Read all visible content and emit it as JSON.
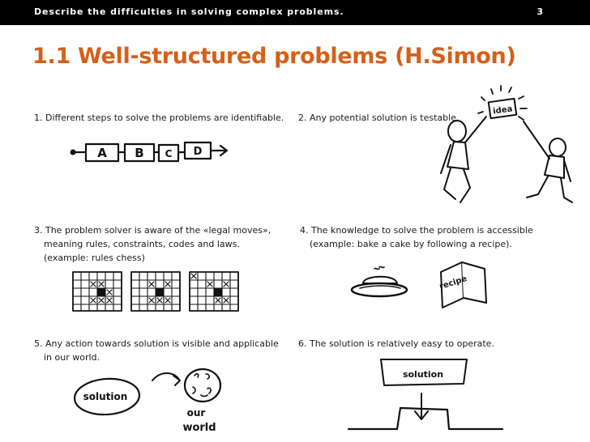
{
  "header": {
    "subtitle": "Describe the difficulties in solving complex problems.",
    "page_number": "3"
  },
  "title": "1.1 Well-structured problems (H.Simon)",
  "items": [
    {
      "lines": [
        "1. Different steps to solve the problems are identifiable."
      ]
    },
    {
      "lines": [
        "2. Any potential solution is testable."
      ]
    },
    {
      "lines": [
        "3. The problem solver is aware of the «legal moves»,",
        "meaning rules, constraints, codes and laws.",
        "(example: rules chess)"
      ]
    },
    {
      "lines": [
        "4. The knowledge to solve the problem is accessible",
        "(example: bake a cake by following a recipe)."
      ]
    },
    {
      "lines": [
        "5. Any action towards solution is visible and applicable",
        "in our world."
      ]
    },
    {
      "lines": [
        "6. The solution is relatively easy to operate."
      ]
    }
  ],
  "sketches": {
    "steps": [
      "A",
      "B",
      "C",
      "D"
    ],
    "idea": "idea",
    "recipe": "recipe",
    "solution_left": "solution",
    "our_world": [
      "our",
      "world"
    ],
    "solution_right": "solution"
  },
  "colors": {
    "accent": "#d4601a",
    "header_bg": "#000000"
  }
}
